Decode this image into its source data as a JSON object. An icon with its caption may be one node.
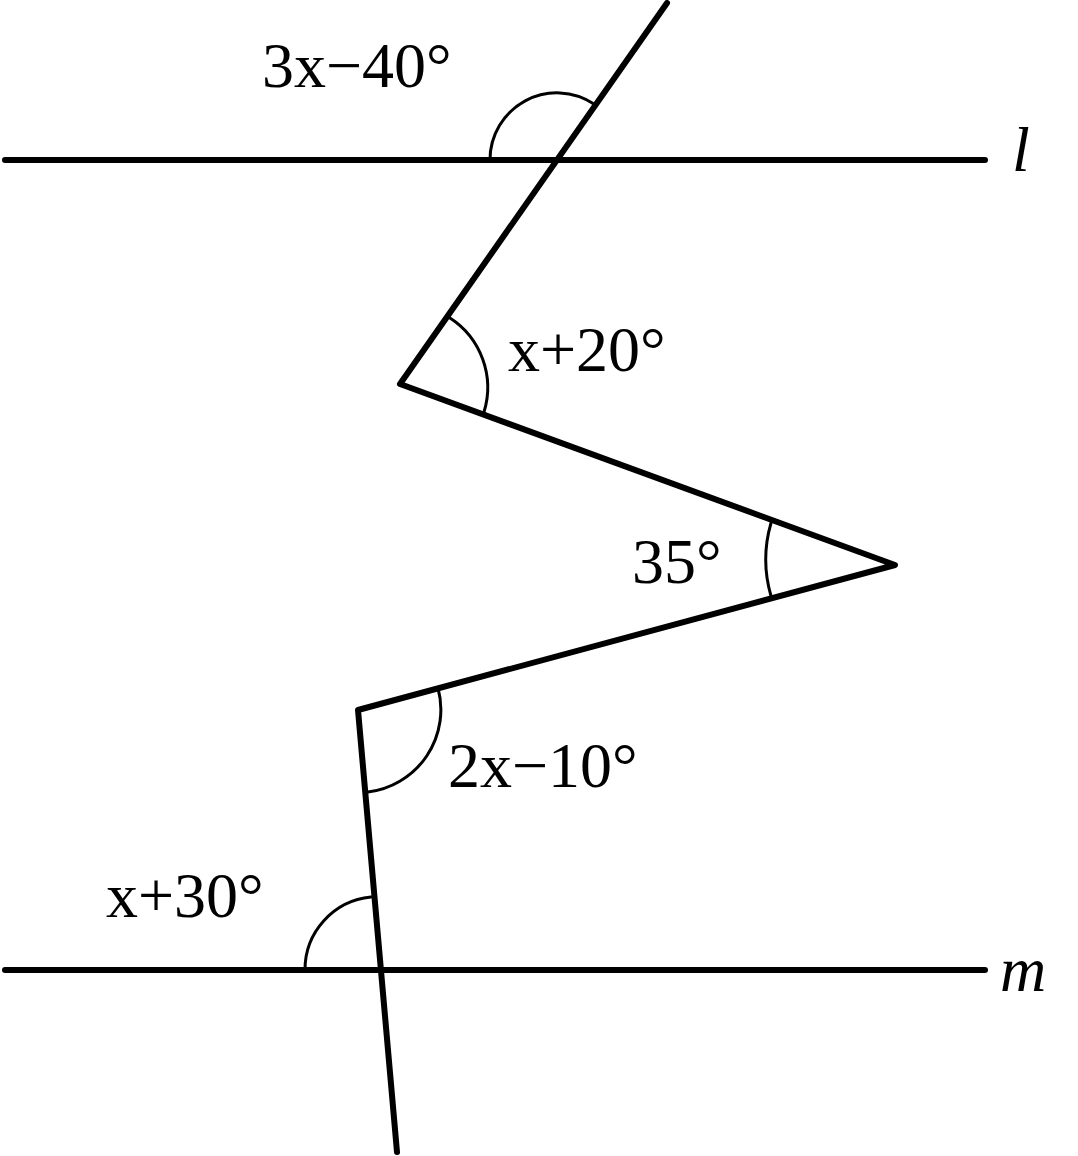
{
  "diagram": {
    "labels": [
      "3x−40°",
      "l",
      "x+20°",
      "35°",
      "2x−10°",
      "x+30°",
      "m"
    ]
  }
}
